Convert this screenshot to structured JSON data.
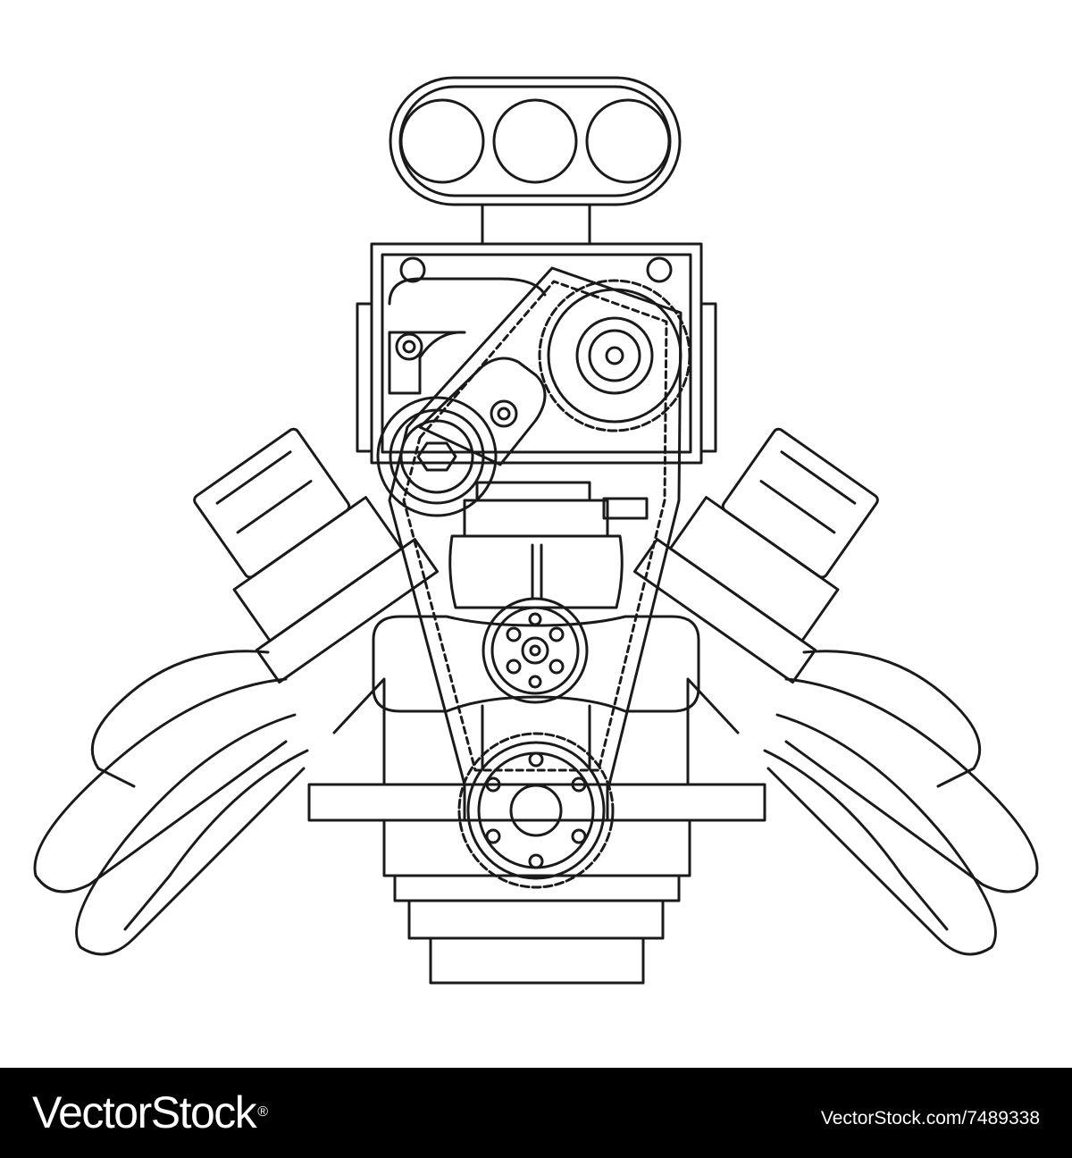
{
  "footer": {
    "brand": "VectorStock",
    "brand_mark": "®",
    "image_id": "VectorStock.com/7489338"
  },
  "colors": {
    "background": "#ffffff",
    "line": "#1a1a1a",
    "footer_bg": "#000000",
    "footer_text": "#ffffff"
  },
  "drawing": {
    "subject": "engine-line-art"
  }
}
